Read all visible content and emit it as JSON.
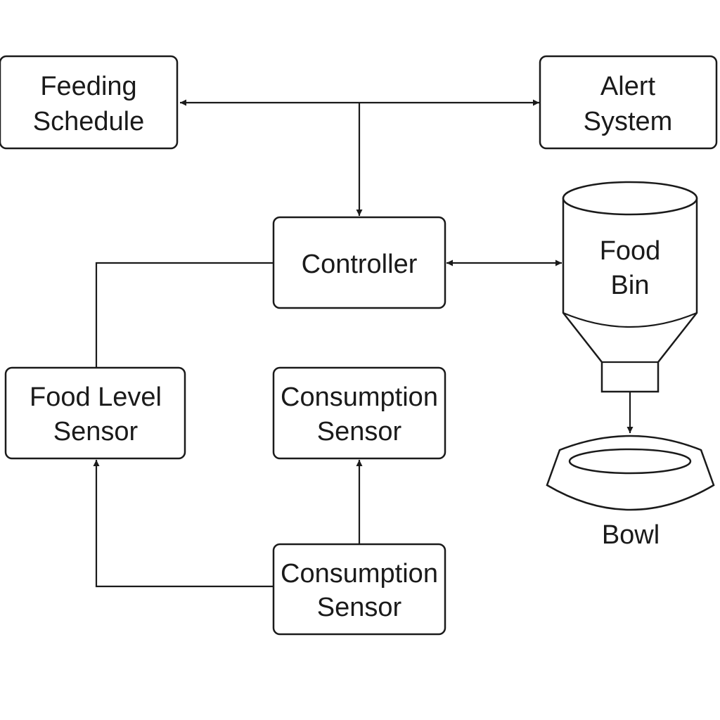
{
  "nodes": {
    "feeding_schedule": {
      "line1": "Feeding",
      "line2": "Schedule"
    },
    "alert_system": {
      "line1": "Alert",
      "line2": "System"
    },
    "controller": {
      "label": "Controller"
    },
    "food_bin": {
      "line1": "Food",
      "line2": "Bin"
    },
    "food_level_sensor": {
      "line1": "Food Level",
      "line2": "Sensor"
    },
    "consumption_sensor_top": {
      "line1": "Consumption",
      "line2": "Sensor"
    },
    "consumption_sensor_bottom": {
      "line1": "Consumption",
      "line2": "Sensor"
    },
    "bowl": {
      "label": "Bowl"
    }
  },
  "edges": [
    {
      "from": "controller",
      "to": "feeding_schedule",
      "arrow": "end"
    },
    {
      "from": "controller",
      "to": "alert_system",
      "arrow": "end"
    },
    {
      "from": "feeding_schedule",
      "to": "controller",
      "arrow": "end"
    },
    {
      "from": "controller",
      "to": "food_bin",
      "arrow": "both"
    },
    {
      "from": "controller",
      "to": "food_level_sensor",
      "arrow": "none"
    },
    {
      "from": "food_bin",
      "to": "bowl",
      "arrow": "end"
    },
    {
      "from": "consumption_sensor_bottom",
      "to": "consumption_sensor_top",
      "arrow": "end"
    },
    {
      "from": "consumption_sensor_bottom",
      "to": "food_level_sensor",
      "arrow": "end"
    }
  ]
}
